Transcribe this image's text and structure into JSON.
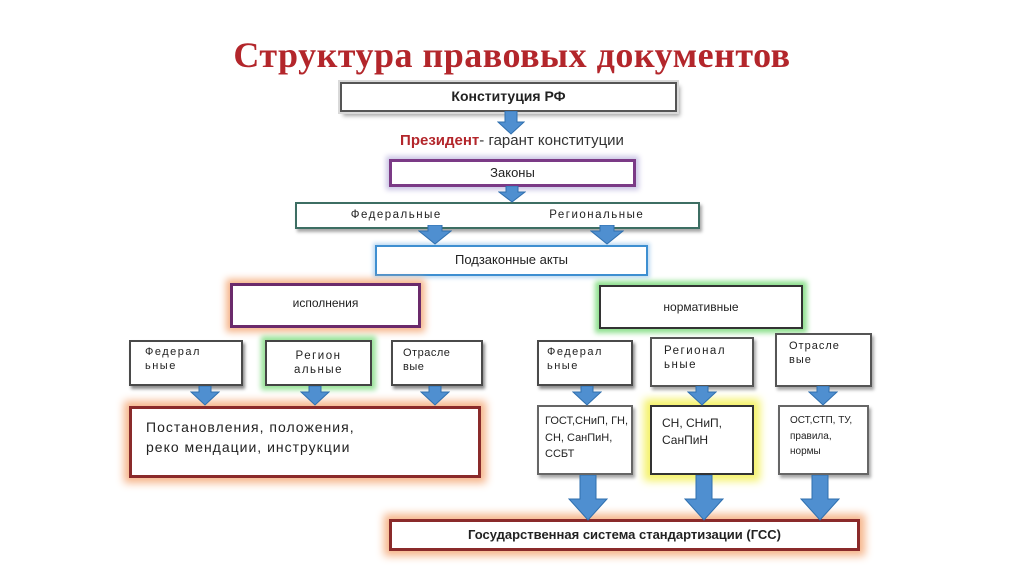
{
  "title": "Структура правовых документов",
  "constitution": "Конституция РФ",
  "president": {
    "name": "Президент",
    "rest": "- гарант конституции"
  },
  "laws": "Законы",
  "law_types": {
    "federal": "Федеральные",
    "regional": "Региональные"
  },
  "bylaws": "Подзаконные акты",
  "execution": "исполнения",
  "normative": "нормативные",
  "exec_sub": {
    "federal": [
      "Федерал",
      "ьные"
    ],
    "regional": [
      "Регион",
      "альные"
    ],
    "sectoral": [
      "Отрасле",
      "вые"
    ]
  },
  "norm_sub": {
    "federal": [
      "Федерал",
      "ьные"
    ],
    "regional": [
      "Регионал",
      "ьные"
    ],
    "sectoral": [
      "Отрасле",
      "вые"
    ]
  },
  "exec_docs": [
    "Постановления, положения,",
    "реко мендации, инструкции"
  ],
  "norm_docs": {
    "federal": [
      "ГОСТ,СНиП, ГН,",
      "СН, СанПиН,",
      "ССБТ"
    ],
    "regional": [
      "СН, СНиП,",
      "СанПиН"
    ],
    "sectoral": [
      "ОСТ,СТП, ТУ,",
      "правила,",
      "нормы"
    ]
  },
  "gss": "Государственная  система  стандартизации  (ГСС)",
  "colors": {
    "title": "#b3262b",
    "arrow": "#4f8fd0",
    "arrow_outline": "#2f6fae"
  }
}
